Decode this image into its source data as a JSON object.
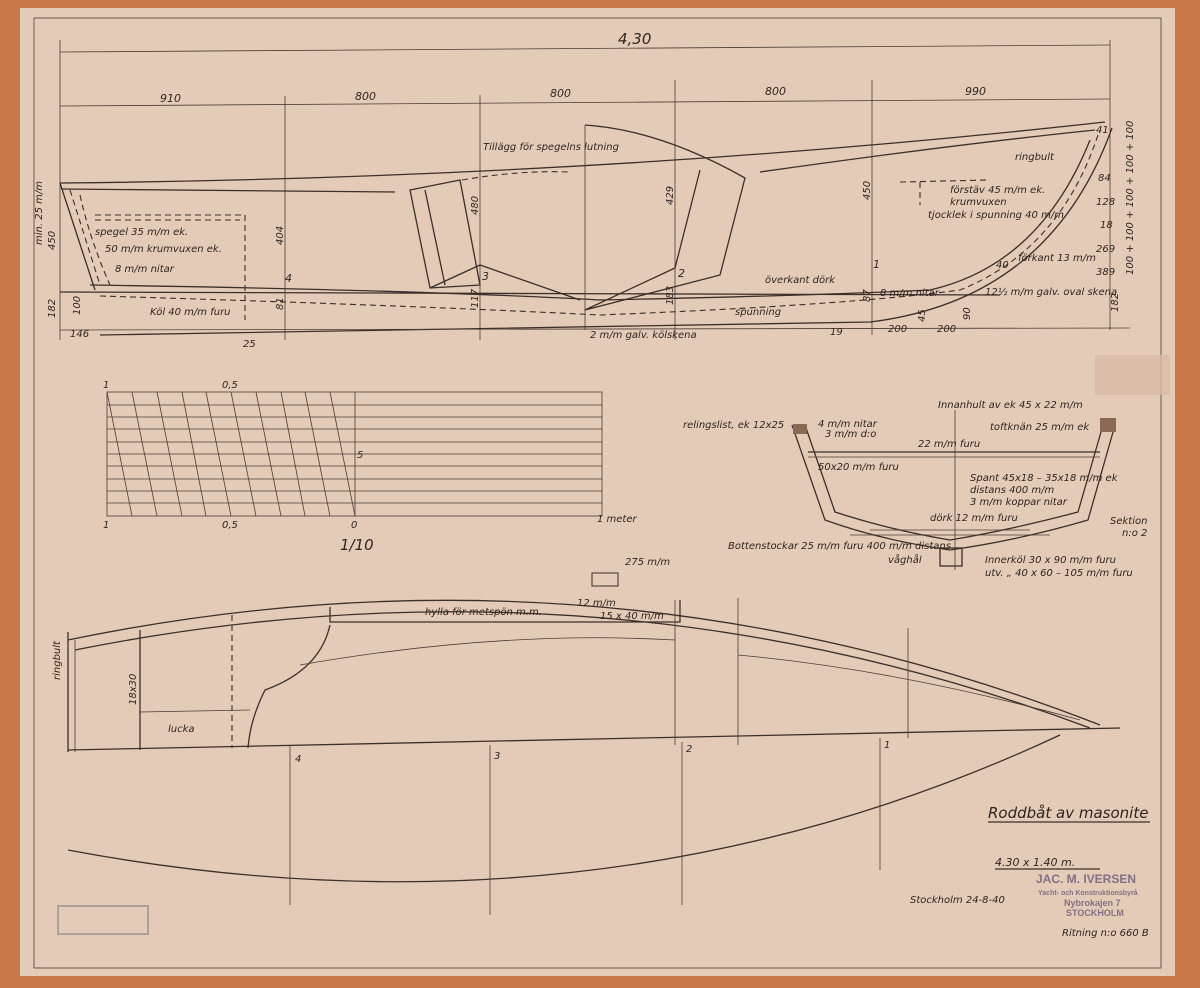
{
  "colors": {
    "frame": "#c9784a",
    "paper": "#e4cbb8",
    "ink": "#3b2f2a",
    "stamp": "#6a5a78"
  },
  "profile": {
    "overall_length": "4,30",
    "stations": [
      "910",
      "800",
      "800",
      "800",
      "990"
    ],
    "station_numbers": [
      "4",
      "3",
      "2",
      "1"
    ],
    "notes": {
      "transom_allowance": "Tillägg för spegelns lutning",
      "transom": "spegel 35 m/m ek.",
      "knee": "50 m/m krumvuxen ek.",
      "rivets": "8 m/m nitar",
      "keel": "Köl 40 m/m furu",
      "min_thickness": "min. 25 m/m",
      "floor_top": "överkant dörk",
      "rivets_bow": "8 m/m nitar",
      "rabbet": "spunning",
      "keel_band": "2 m/m galv. kölskena",
      "ring_bolt": "ringbult",
      "stem": "förstäv 45 m/m ek.",
      "stem2": "krumvuxen",
      "rabbet_thickness": "tjocklek i spunning 40 m/m",
      "stem_face": "förkant 13 m/m",
      "stem_band": "12½ m/m galv. oval skena"
    },
    "dims": {
      "d450a": "450",
      "d182a": "182",
      "d100": "100",
      "d146": "146",
      "d25": "25",
      "d404": "404",
      "d81": "81",
      "d480": "480",
      "d117": "117",
      "d429": "429",
      "d183": "183",
      "d450b": "450",
      "d87": "87",
      "d19": "19",
      "d200a": "200",
      "d200b": "200",
      "d45": "45",
      "d90": "90",
      "d40": "40",
      "d41": "41",
      "d84": "84",
      "d128": "128",
      "d18": "18",
      "d269": "269",
      "d389": "389",
      "d182b": "182",
      "d100v": "100 + 100 + 100 + 100 + 100"
    }
  },
  "scale": {
    "one_left": "1",
    "half_top": "0,5",
    "half_bottom": "0,5",
    "zero": "0",
    "five": "5",
    "one_meter": "1 meter",
    "ratio": "1/10"
  },
  "section": {
    "gunwale_strip": "relingslist, ek 12x25",
    "rivets4": "4 m/m nitar",
    "rivets3": "3 m/m d:o",
    "inwale": "Innanhult av ek  45 x 22 m/m",
    "thwart_knee": "toftknän 25 m/m ek",
    "thwart": "22 m/m furu",
    "riser": "50x20 m/m furu",
    "frames": "Spant 45x18 – 35x18 m/m ek",
    "spacing": "distans 400 m/m",
    "copper": "3 m/m koppar nitar",
    "floor": "dörk 12 m/m furu",
    "section_label": "Sektion",
    "section_no": "n:o 2",
    "floors": "Bottenstockar 25 m/m furu 400 m/m distans",
    "limber": "våghål",
    "inner_keel": "Innerköl 30 x 90 m/m furu",
    "outer_keel": "utv.  „  40 x 60 – 105 m/m furu"
  },
  "plan": {
    "ring_bolt": "ringbult",
    "dim275": "275 m/m",
    "shelf": "hylla för metspön m.m.",
    "d12": "12 m/m",
    "d15x40": "15 x 40 m/m",
    "d18x30": "18x30",
    "hatch": "lucka",
    "stations": [
      "4",
      "3",
      "2",
      "1"
    ]
  },
  "title_block": {
    "title": "Roddbåt av masonite",
    "size": "4.30 x 1.40 m.",
    "place_date": "Stockholm 24-8-40",
    "drawing_no": "Ritning n:o 660 B",
    "stamp": [
      "JAC. M. IVERSEN",
      "Yacht- och Konstruktionsbyrå",
      "Nybrokajen 7",
      "STOCKHOLM"
    ]
  }
}
